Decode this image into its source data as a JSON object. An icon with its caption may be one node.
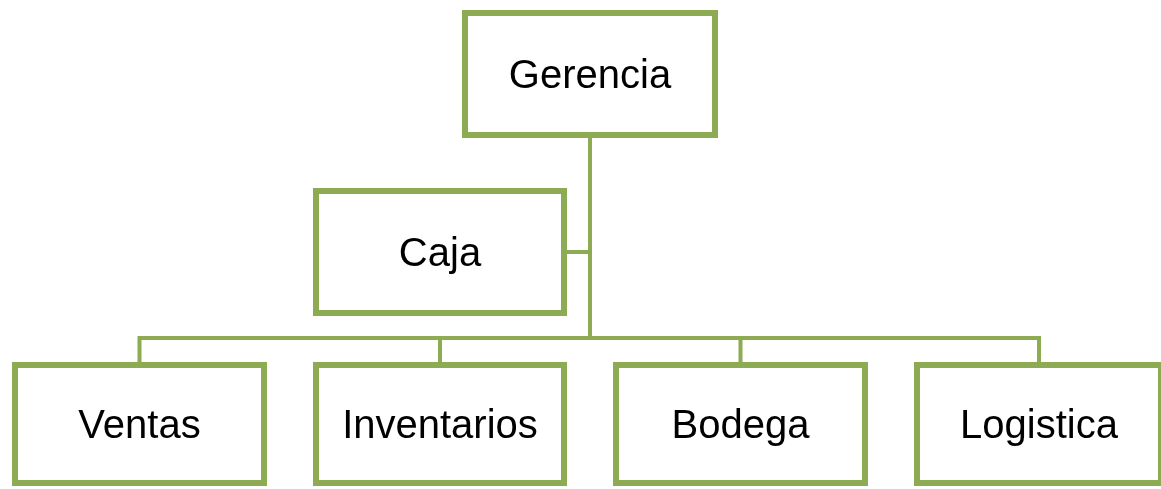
{
  "diagram": {
    "nodes": [
      {
        "text": [
          "Gerencia"
        ]
      },
      {
        "text": [
          "Caja"
        ]
      },
      {
        "text": [
          "Ventas"
        ]
      },
      {
        "text": [
          "Inventarios"
        ]
      },
      {
        "text": [
          "Bodega"
        ]
      },
      {
        "text": [
          "Logistica"
        ]
      }
    ],
    "edges": [
      {
        "from": 0,
        "to": 1,
        "arrow": "none"
      },
      {
        "from": 0,
        "to": 2,
        "arrow": "none"
      },
      {
        "from": 0,
        "to": 3,
        "arrow": "none"
      },
      {
        "from": 0,
        "to": 4,
        "arrow": "none"
      },
      {
        "from": 0,
        "to": 5,
        "arrow": "none"
      }
    ]
  }
}
